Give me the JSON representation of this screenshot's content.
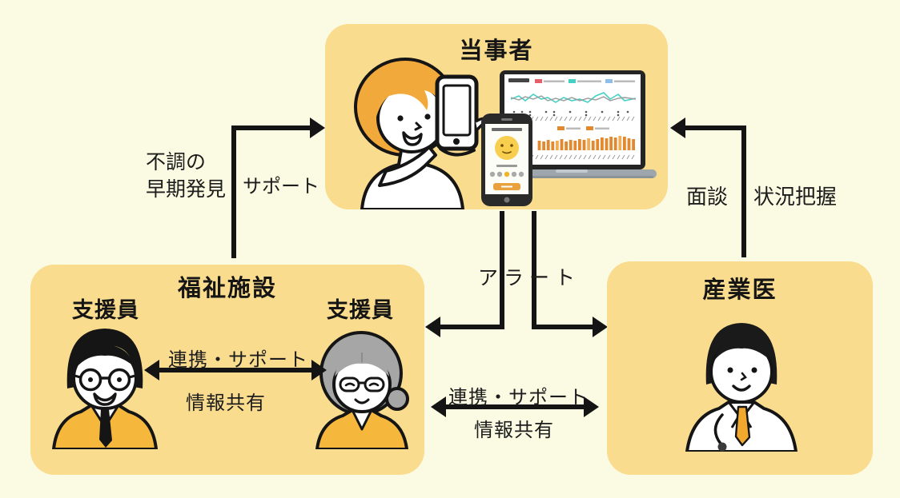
{
  "diagram": {
    "colors": {
      "background": "#FAFBE2",
      "node_fill": "#FADC8E",
      "line": "#141414",
      "jacket_yellow": "#F6B83C",
      "hair_orange": "#F2A93B",
      "chart_bar_orange": "#E2892F"
    },
    "nodes": {
      "person": {
        "title": "当事者"
      },
      "facility": {
        "title": "福祉施設",
        "staff_left": "支援員",
        "staff_right": "支援員"
      },
      "doctor": {
        "title": "産業医"
      }
    },
    "edges": {
      "facility_to_person": {
        "outside_label_line1": "不調の",
        "outside_label_line2": "早期発見",
        "inside_label": "サポート"
      },
      "doctor_to_person": {
        "left_label": "面談",
        "right_label": "状況把握"
      },
      "alert": {
        "label": "アラート"
      },
      "staff_mutual": {
        "top_label": "連携・サポート",
        "bottom_label": "情報共有"
      },
      "facility_doctor_mutual": {
        "top_label": "連携・サポート",
        "bottom_label": "情報共有"
      }
    }
  }
}
